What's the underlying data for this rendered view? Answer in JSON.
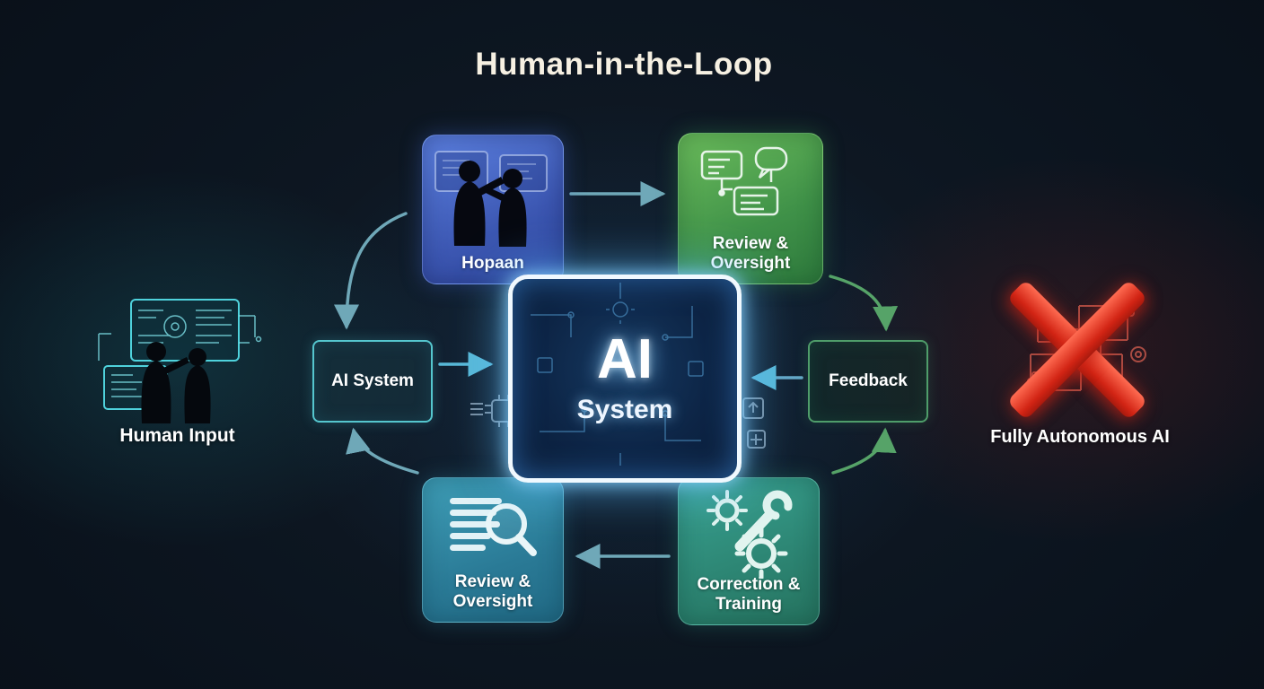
{
  "title": "Human-in-the-Loop",
  "scenes": {
    "human_input": {
      "label": "Human Input"
    },
    "autonomous": {
      "label": "Fully Autonomous AI"
    }
  },
  "nodes": {
    "human_top": {
      "label": "Hopaan"
    },
    "review_top": {
      "label": "Review & Oversight"
    },
    "ai_system": {
      "label": "AI System"
    },
    "feedback": {
      "label": "Feedback"
    },
    "review_bottom": {
      "label": "Review & Oversight"
    },
    "correction": {
      "label": "Correction & Training"
    }
  },
  "center": {
    "line1": "AI",
    "line2": "System"
  },
  "colors": {
    "background": "#0a121c",
    "accent_teal": "#4fd2dc",
    "accent_green": "#4f9d5f",
    "accent_blue": "#4a6fd0",
    "danger_red": "#d92414",
    "glow_cyan": "#5abeff",
    "text": "#f3efe6"
  }
}
